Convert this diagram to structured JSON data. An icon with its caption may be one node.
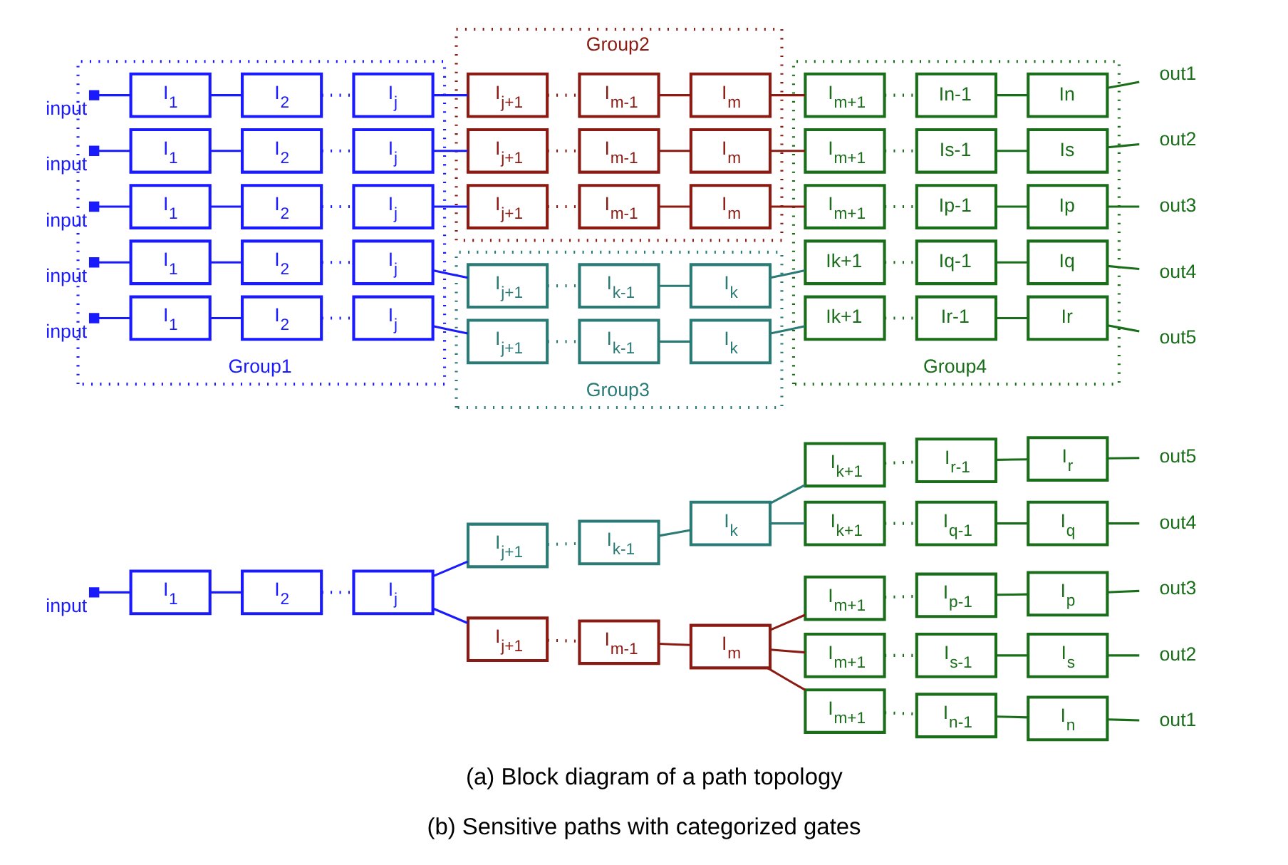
{
  "diagram": {
    "caption": "(b) Sensitive paths with categorized gates",
    "labels": [
      "(a) Block diagram of a path topology"
    ],
    "nodes": [
      {
        "text": [],
        "shape": "box",
        "beside": [
          "input"
        ]
      },
      {
        "text": [
          "I$_{1}$"
        ]
      },
      {
        "text": [
          "I$_{2}$"
        ]
      },
      {
        "text": [
          "I$_{j}$"
        ]
      },
      {
        "text": [
          "I$_{j+1}$"
        ]
      },
      {
        "text": [
          "I$_{m-1}$"
        ]
      },
      {
        "text": [
          "I$_{m}$"
        ]
      },
      {
        "text": [
          "I$_{m+1}$"
        ]
      },
      {
        "text": [
          "I$_{n-1}$"
        ]
      },
      {
        "text": [
          "I$_{n}$"
        ]
      },
      {
        "text": [
          "out1"
        ]
      },
      {
        "text": [
          "I$_{m+1}$"
        ]
      },
      {
        "text": [
          "I$_{s-1}$"
        ]
      },
      {
        "text": [
          "I$_{s}$"
        ]
      },
      {
        "text": [
          "out2"
        ]
      },
      {
        "text": [
          "I$_{m+1}$"
        ]
      },
      {
        "text": [
          "I$_{p-1}$"
        ]
      },
      {
        "text": [
          "I$_{p}$"
        ]
      },
      {
        "text": [
          "out3"
        ]
      },
      {
        "text": [
          "I$_{j+1}$"
        ]
      },
      {
        "text": [
          "I$_{k-1}$"
        ]
      },
      {
        "text": [
          "I$_{k}$"
        ]
      },
      {
        "text": [
          "I$_{k+1}$"
        ]
      },
      {
        "text": [
          "I$_{q-1}$"
        ]
      },
      {
        "text": [
          "I$_{q}$"
        ]
      },
      {
        "text": [
          "out4"
        ]
      },
      {
        "text": [
          "I$_{k+1}$"
        ]
      },
      {
        "text": [
          "I$_{r-1}$"
        ]
      },
      {
        "text": [
          "I$_{r}$"
        ]
      },
      {
        "text": [
          "out5"
        ]
      },
      {
        "text": [
          "Group1"
        ]
      },
      {
        "text": [
          "Group2"
        ]
      },
      {
        "text": [
          "Group3"
        ]
      },
      {
        "text": [
          "Group4"
        ]
      },
      {
        "text": [],
        "shape": "box",
        "beside": [
          "input"
        ],
        "in": 30
      },
      {
        "text": [
          "I$_{1}$"
        ],
        "in": 30
      },
      {
        "text": [
          "I$_{2}$"
        ],
        "in": 30
      },
      {
        "text": [
          "I$_{j}$"
        ],
        "in": 30
      },
      {
        "text": [
          "I$_{j+1}$"
        ],
        "in": 31
      },
      {
        "text": [
          "I$_{m-1}$"
        ],
        "in": 31
      },
      {
        "text": [
          "I$_{m}$"
        ],
        "in": 31
      },
      {
        "text": [
          "I$_{m+1}$"
        ],
        "in": 33
      },
      {
        "text": [
          "In-1"
        ],
        "in": 33
      },
      {
        "text": [
          "In"
        ],
        "in": 33
      },
      {
        "text": [
          "out1"
        ]
      },
      {
        "text": [],
        "shape": "box",
        "beside": [
          "input"
        ],
        "in": 30
      },
      {
        "text": [
          "I$_{1}$"
        ],
        "in": 30
      },
      {
        "text": [
          "I$_{2}$"
        ],
        "in": 30
      },
      {
        "text": [
          "I$_{j}$"
        ],
        "in": 30
      },
      {
        "text": [
          "I$_{j+1}$"
        ],
        "in": 31
      },
      {
        "text": [
          "I$_{m-1}$"
        ],
        "in": 31
      },
      {
        "text": [
          "I$_{m}$"
        ],
        "in": 31
      },
      {
        "text": [
          "I$_{m+1}$"
        ],
        "in": 33
      },
      {
        "text": [
          "Is-1"
        ],
        "in": 33
      },
      {
        "text": [
          "Is"
        ],
        "in": 33
      },
      {
        "text": [
          "out2"
        ]
      },
      {
        "text": [],
        "shape": "box",
        "beside": [
          "input"
        ],
        "in": 30
      },
      {
        "text": [
          "I$_{1}$"
        ],
        "in": 30
      },
      {
        "text": [
          "I$_{2}$"
        ],
        "in": 30
      },
      {
        "text": [
          "I$_{j}$"
        ],
        "in": 30
      },
      {
        "text": [
          "I$_{j+1}$"
        ],
        "in": 31
      },
      {
        "text": [
          "I$_{m-1}$"
        ],
        "in": 31
      },
      {
        "text": [
          "I$_{m}$"
        ],
        "in": 31
      },
      {
        "text": [
          "I$_{m+1}$"
        ],
        "in": 33
      },
      {
        "text": [
          "Ip-1"
        ],
        "in": 33
      },
      {
        "text": [
          "Ip"
        ],
        "in": 33
      },
      {
        "text": [
          "out3"
        ]
      },
      {
        "text": [],
        "shape": "box",
        "beside": [
          "input"
        ],
        "in": 30
      },
      {
        "text": [
          "I$_{1}$"
        ],
        "in": 30
      },
      {
        "text": [
          "I$_{2}$"
        ],
        "in": 30
      },
      {
        "text": [
          "I$_{j}$"
        ],
        "in": 30
      },
      {
        "text": [
          "I$_{j+1}$"
        ],
        "in": 32
      },
      {
        "text": [
          "I$_{k-1}$"
        ],
        "in": 32
      },
      {
        "text": [
          "I$_{k}$"
        ],
        "in": 32
      },
      {
        "text": [
          "Ik+1"
        ],
        "in": 33
      },
      {
        "text": [
          "Iq-1"
        ],
        "in": 33
      },
      {
        "text": [
          "Iq"
        ],
        "in": 33
      },
      {
        "text": [
          "out4"
        ]
      },
      {
        "text": [],
        "shape": "box",
        "beside": [
          "input"
        ],
        "in": 30
      },
      {
        "text": [
          "I$_{1}$"
        ],
        "in": 30
      },
      {
        "text": [
          "I$_{2}$"
        ],
        "in": 30
      },
      {
        "text": [
          "I$_{j}$"
        ],
        "in": 30
      },
      {
        "text": [
          "I$_{j+1}$"
        ],
        "in": 32
      },
      {
        "text": [
          "I$_{k-1}$"
        ],
        "in": 32
      },
      {
        "text": [
          "I$_{k}$"
        ],
        "in": 32
      },
      {
        "text": [
          "Ik+1"
        ],
        "in": 33
      },
      {
        "text": [
          "Ir-1"
        ],
        "in": 33
      },
      {
        "text": [
          "Ir"
        ],
        "in": 33
      },
      {
        "text": [
          "out5"
        ]
      }
    ],
    "edges": [
      {
        "from": 0,
        "to": 1,
        "arrow": "none",
        "color": "#1a1aff"
      },
      {
        "from": 1,
        "to": 2,
        "arrow": "none",
        "color": "#1a1aff"
      },
      {
        "from": 2,
        "to": 3,
        "arrow": "none",
        "style": "dashed",
        "color": "#1a1aff"
      },
      {
        "from": 3,
        "to": 4,
        "arrow": "none",
        "color": "#1a1aff"
      },
      {
        "from": 3,
        "to": 19,
        "arrow": "none",
        "color": "#1a1aff"
      },
      {
        "from": 4,
        "to": 5,
        "arrow": "none",
        "style": "dashed",
        "color": "#8b1a12"
      },
      {
        "from": 5,
        "to": 6,
        "arrow": "none",
        "color": "#8b1a12"
      },
      {
        "from": 6,
        "to": 7,
        "arrow": "none",
        "color": "#8b1a12"
      },
      {
        "from": 6,
        "to": 11,
        "arrow": "none",
        "color": "#8b1a12"
      },
      {
        "from": 6,
        "to": 15,
        "arrow": "none",
        "color": "#8b1a12"
      },
      {
        "from": 7,
        "to": 8,
        "arrow": "none",
        "style": "dashed"
      },
      {
        "from": 8,
        "to": 9,
        "arrow": "none"
      },
      {
        "from": 9,
        "to": 10,
        "arrow": "none"
      },
      {
        "from": 11,
        "to": 12,
        "arrow": "none",
        "style": "dashed"
      },
      {
        "from": 12,
        "to": 13,
        "arrow": "none"
      },
      {
        "from": 13,
        "to": 14,
        "arrow": "none"
      },
      {
        "from": 15,
        "to": 16,
        "arrow": "none",
        "style": "dashed"
      },
      {
        "from": 16,
        "to": 17,
        "arrow": "none"
      },
      {
        "from": 17,
        "to": 18,
        "arrow": "none"
      },
      {
        "from": 19,
        "to": 20,
        "arrow": "none",
        "style": "dashed",
        "color": "#2a7a76"
      },
      {
        "from": 20,
        "to": 21,
        "arrow": "none",
        "color": "#2a7a76"
      },
      {
        "from": 21,
        "to": 22,
        "arrow": "none",
        "color": "#2a7a76"
      },
      {
        "from": 21,
        "to": 26,
        "arrow": "none",
        "color": "#2a7a76"
      },
      {
        "from": 22,
        "to": 23,
        "arrow": "none",
        "style": "dashed"
      },
      {
        "from": 23,
        "to": 24,
        "arrow": "none"
      },
      {
        "from": 24,
        "to": 25,
        "arrow": "none"
      },
      {
        "from": 26,
        "to": 27,
        "arrow": "none",
        "style": "dashed"
      },
      {
        "from": 27,
        "to": 28,
        "arrow": "none"
      },
      {
        "from": 28,
        "to": 29,
        "arrow": "none"
      },
      {
        "from": 34,
        "to": 35,
        "arrow": "none",
        "color": "#1a1aff"
      },
      {
        "from": 35,
        "to": 36,
        "arrow": "none",
        "color": "#1a1aff"
      },
      {
        "from": 36,
        "to": 37,
        "arrow": "none",
        "style": "dashed",
        "color": "#1a1aff"
      },
      {
        "from": 37,
        "to": 38,
        "arrow": "none",
        "color": "#1a1aff"
      },
      {
        "from": 38,
        "to": 39,
        "arrow": "none",
        "style": "dashed",
        "color": "#8b1a12"
      },
      {
        "from": 39,
        "to": 40,
        "arrow": "none",
        "color": "#8b1a12"
      },
      {
        "from": 40,
        "to": 41,
        "arrow": "none",
        "color": "#8b1a12"
      },
      {
        "from": 41,
        "to": 42,
        "arrow": "none",
        "style": "dashed"
      },
      {
        "from": 42,
        "to": 43,
        "arrow": "none"
      },
      {
        "from": 43,
        "to": 44,
        "arrow": "none"
      },
      {
        "from": 45,
        "to": 46,
        "arrow": "none",
        "color": "#1a1aff"
      },
      {
        "from": 46,
        "to": 47,
        "arrow": "none",
        "color": "#1a1aff"
      },
      {
        "from": 47,
        "to": 48,
        "arrow": "none",
        "style": "dashed",
        "color": "#1a1aff"
      },
      {
        "from": 48,
        "to": 49,
        "arrow": "none",
        "color": "#1a1aff"
      },
      {
        "from": 49,
        "to": 50,
        "arrow": "none",
        "style": "dashed",
        "color": "#8b1a12"
      },
      {
        "from": 50,
        "to": 51,
        "arrow": "none",
        "color": "#8b1a12"
      },
      {
        "from": 51,
        "to": 52,
        "arrow": "none",
        "color": "#8b1a12"
      },
      {
        "from": 52,
        "to": 53,
        "arrow": "none",
        "style": "dashed"
      },
      {
        "from": 53,
        "to": 54,
        "arrow": "none"
      },
      {
        "from": 54,
        "to": 55,
        "arrow": "none"
      },
      {
        "from": 56,
        "to": 57,
        "arrow": "none",
        "color": "#1a1aff"
      },
      {
        "from": 57,
        "to": 58,
        "arrow": "none",
        "color": "#1a1aff"
      },
      {
        "from": 58,
        "to": 59,
        "arrow": "none",
        "style": "dashed",
        "color": "#1a1aff"
      },
      {
        "from": 59,
        "to": 60,
        "arrow": "none",
        "color": "#1a1aff"
      },
      {
        "from": 60,
        "to": 61,
        "arrow": "none",
        "style": "dashed",
        "color": "#8b1a12"
      },
      {
        "from": 61,
        "to": 62,
        "arrow": "none",
        "color": "#8b1a12"
      },
      {
        "from": 62,
        "to": 63,
        "arrow": "none",
        "color": "#8b1a12"
      },
      {
        "from": 63,
        "to": 64,
        "arrow": "none",
        "style": "dashed"
      },
      {
        "from": 64,
        "to": 65,
        "arrow": "none"
      },
      {
        "from": 65,
        "to": 66,
        "arrow": "none"
      },
      {
        "from": 67,
        "to": 68,
        "arrow": "none",
        "color": "#1a1aff"
      },
      {
        "from": 68,
        "to": 69,
        "arrow": "none",
        "color": "#1a1aff"
      },
      {
        "from": 69,
        "to": 70,
        "arrow": "none",
        "style": "dashed",
        "color": "#1a1aff"
      },
      {
        "from": 70,
        "to": 71,
        "arrow": "none",
        "color": "#1a1aff"
      },
      {
        "from": 71,
        "to": 72,
        "arrow": "none",
        "style": "dashed",
        "color": "#2a7a76"
      },
      {
        "from": 72,
        "to": 73,
        "arrow": "none",
        "color": "#2a7a76"
      },
      {
        "from": 73,
        "to": 74,
        "arrow": "none",
        "color": "#2a7a76"
      },
      {
        "from": 74,
        "to": 75,
        "arrow": "none",
        "style": "dashed"
      },
      {
        "from": 75,
        "to": 76,
        "arrow": "none"
      },
      {
        "from": 76,
        "to": 77,
        "arrow": "none"
      },
      {
        "from": 78,
        "to": 79,
        "arrow": "none",
        "color": "#1a1aff"
      },
      {
        "from": 79,
        "to": 80,
        "arrow": "none",
        "color": "#1a1aff"
      },
      {
        "from": 80,
        "to": 81,
        "arrow": "none",
        "style": "dashed",
        "color": "#1a1aff"
      },
      {
        "from": 81,
        "to": 82,
        "arrow": "none",
        "color": "#1a1aff"
      },
      {
        "from": 82,
        "to": 83,
        "arrow": "none",
        "style": "dashed",
        "color": "#2a7a76"
      },
      {
        "from": 83,
        "to": 84,
        "arrow": "none",
        "color": "#2a7a76"
      },
      {
        "from": 84,
        "to": 85,
        "arrow": "none",
        "color": "#2a7a76"
      },
      {
        "from": 85,
        "to": 86,
        "arrow": "none",
        "style": "dashed"
      },
      {
        "from": 86,
        "to": 87,
        "arrow": "none"
      },
      {
        "from": 87,
        "to": 88,
        "arrow": "none"
      }
    ]
  }
}
